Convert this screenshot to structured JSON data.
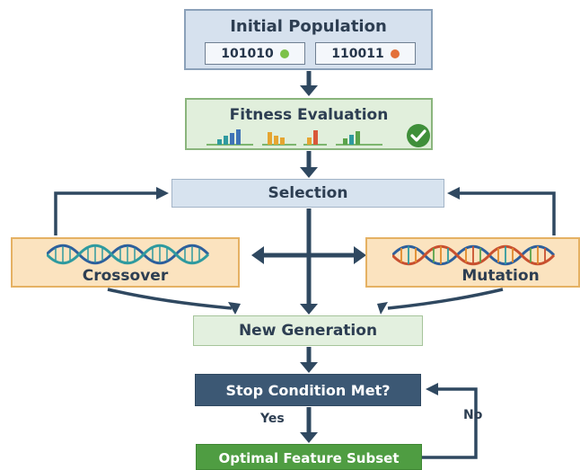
{
  "nodes": {
    "initial_population": {
      "title": "Initial Population",
      "chromosomes": [
        {
          "bits": "101010",
          "marker_color": "#7cc148"
        },
        {
          "bits": "110011",
          "marker_color": "#e3703a"
        }
      ]
    },
    "fitness_evaluation": {
      "title": "Fitness Evaluation",
      "icon": "check-badge-icon",
      "check_color": "#3f8f3a"
    },
    "selection": {
      "title": "Selection"
    },
    "crossover": {
      "title": "Crossover",
      "icon": "dna-helix-icon"
    },
    "mutation": {
      "title": "Mutation",
      "icon": "dna-helix-icon"
    },
    "new_generation": {
      "title": "New Generation"
    },
    "stop_condition": {
      "title": "Stop Condition Met?"
    },
    "optimal_subset": {
      "title": "Optimal Feature Subset"
    }
  },
  "edges": {
    "yes_label": "Yes",
    "no_label": "No"
  },
  "colors": {
    "arrow": "#2f4860",
    "bar_teal": "#2f9a9f",
    "bar_blue": "#3f73b6",
    "bar_orange": "#e5a531",
    "bar_red": "#d9573a",
    "bar_green": "#5aa34a",
    "helix_blue": "#2d5f9c",
    "helix_teal": "#2f9a9f",
    "helix_red": "#c8502f",
    "helix_orange": "#e08a2c"
  }
}
